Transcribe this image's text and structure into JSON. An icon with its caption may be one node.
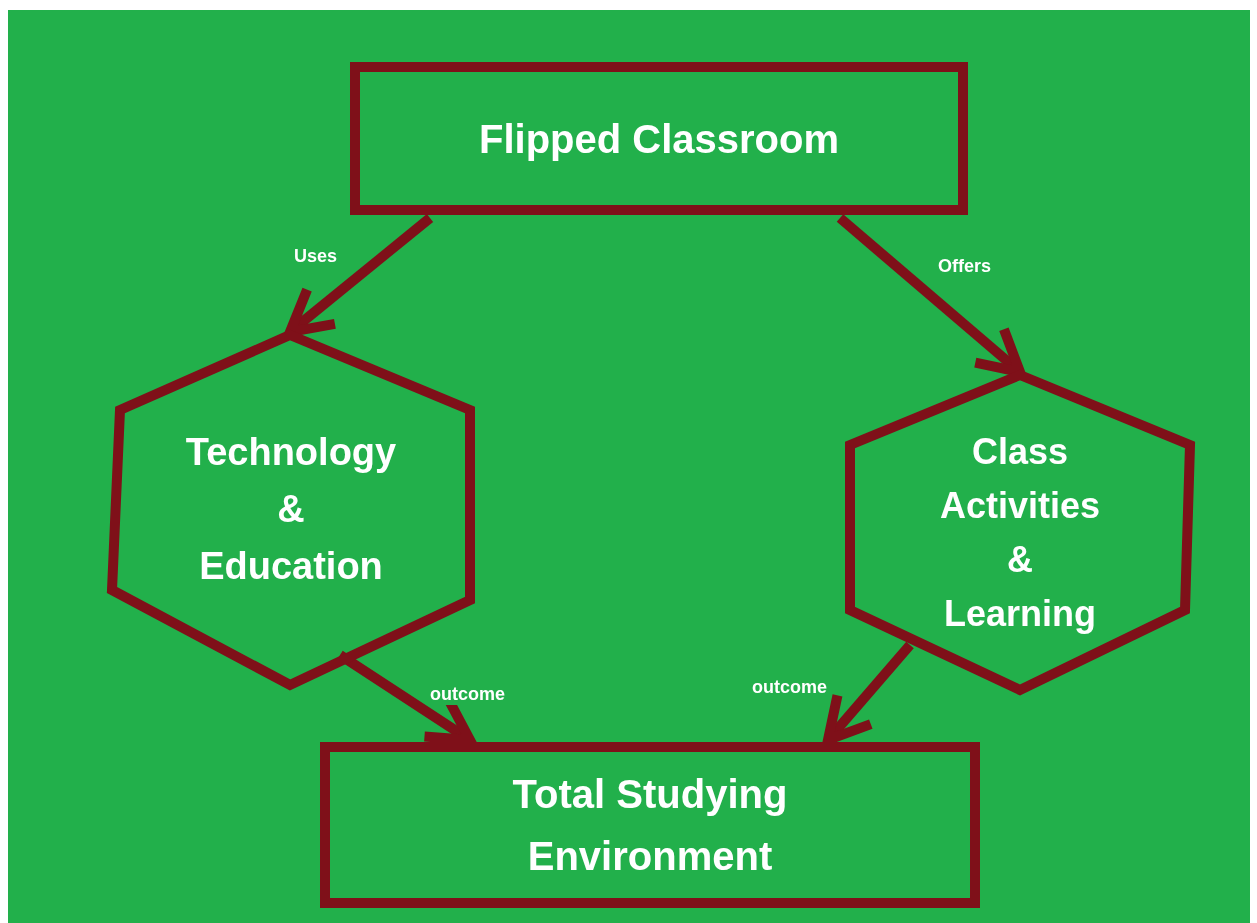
{
  "diagram": {
    "nodes": [
      {
        "text": [
          "Flipped Classroom"
        ]
      },
      {
        "text": [
          "Technology & Education"
        ]
      },
      {
        "text": [
          "Class Activities & Learning"
        ]
      },
      {
        "text": [
          "Total Studying Environment"
        ]
      }
    ],
    "edges": [
      {
        "from": 0,
        "to": 1,
        "arrow": "to",
        "label": "Uses"
      },
      {
        "from": 0,
        "to": 2,
        "arrow": "to",
        "label": "Offers"
      },
      {
        "from": 1,
        "to": 3,
        "arrow": "to",
        "label": "outcome"
      },
      {
        "from": 2,
        "to": 3,
        "arrow": "to",
        "label": "outcome"
      }
    ]
  }
}
